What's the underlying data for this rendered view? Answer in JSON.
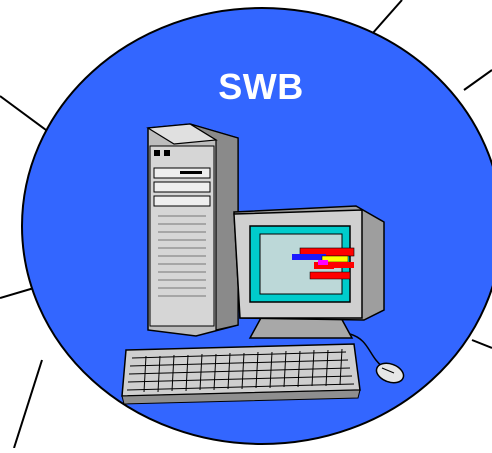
{
  "hub": {
    "label": "SWB",
    "fill_color": "#3366ff",
    "outline_color": "#000000",
    "label_color": "#ffffff"
  },
  "connectors": {
    "count": 6,
    "color": "#000000"
  },
  "illustration": {
    "icon": "desktop-computer-icon",
    "parts": [
      "tower-case",
      "crt-monitor",
      "keyboard",
      "mouse"
    ],
    "screen_bar_colors": [
      "#ff0000",
      "#1a1aff",
      "#ffff00",
      "#ff00ff"
    ]
  }
}
